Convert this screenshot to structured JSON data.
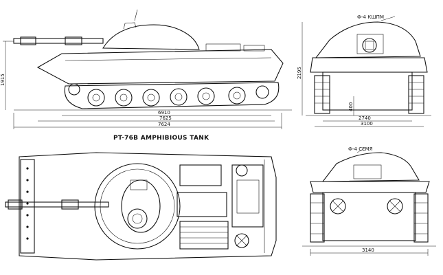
{
  "caption": "PT-76B AMPHIBIOUS TANK",
  "callouts": {
    "front_top": "Ф-4 КШПМ",
    "rear_top": "Ф-4 СЕМЯ"
  },
  "dimensions": {
    "side_hull_length": "6910",
    "side_length_with_gun": "7625",
    "side_overall_length": "7624",
    "side_height": "1915",
    "front_height": "2195",
    "front_ground_clearance": "400",
    "front_track_width": "2740",
    "front_overall_width": "3100",
    "rear_width": "3140"
  }
}
